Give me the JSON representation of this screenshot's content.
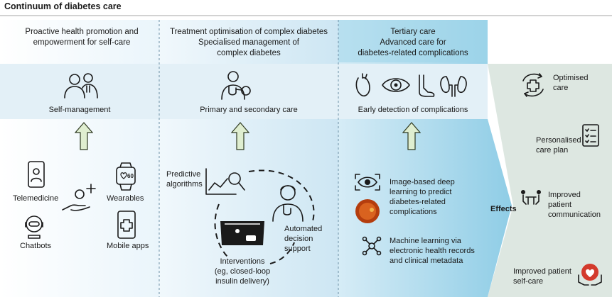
{
  "title": "Continuum of diabetes care",
  "columns": {
    "col1": {
      "header_line1": "Proactive health promotion and",
      "header_line2": "empowerment for self-care",
      "band_label": "Self-management"
    },
    "col2": {
      "header_line1": "Treatment optimisation of complex diabetes",
      "header_line2": "Specialised management of",
      "header_line3": "complex diabetes",
      "band_label": "Primary and secondary care"
    },
    "col3": {
      "header_line1": "Tertiary care",
      "header_line2": "Advanced care for",
      "header_line3": "diabetes-related complications",
      "band_label": "Early detection of complications"
    }
  },
  "tools": {
    "telemedicine": "Telemedicine",
    "wearables": "Wearables",
    "chatbots": "Chatbots",
    "mobile_apps": "Mobile apps",
    "wearable_display": "60"
  },
  "middle": {
    "predictive_line1": "Predictive",
    "predictive_line2": "algorithms",
    "automated_line1": "Automated",
    "automated_line2": "decision",
    "automated_line3": "support",
    "interventions_line1": "Interventions",
    "interventions_line2": "(eg, closed-loop",
    "interventions_line3": "insulin delivery)"
  },
  "right": {
    "image_line1": "Image-based deep",
    "image_line2": "learning to predict",
    "image_line3": "diabetes-related",
    "image_line4": "complications",
    "ml_line1": "Machine learning via",
    "ml_line2": "electronic health records",
    "ml_line3": "and clinical metadata"
  },
  "effects": {
    "label": "Effects",
    "optimised_line1": "Optimised",
    "optimised_line2": "care",
    "personalised_line1": "Personalised",
    "personalised_line2": "care plan",
    "improved_line1": "Improved",
    "improved_line2": "patient",
    "improved_line3": "communication",
    "selfcare_line1": "Improved patient",
    "selfcare_line2": "self-care"
  },
  "colors": {
    "band": "#e6f1f8",
    "effects_bg": "#dde7e1",
    "arrow_fill": "#dfeed0",
    "arrow_stroke": "#2f3a22",
    "heart": "#d33a2c"
  }
}
